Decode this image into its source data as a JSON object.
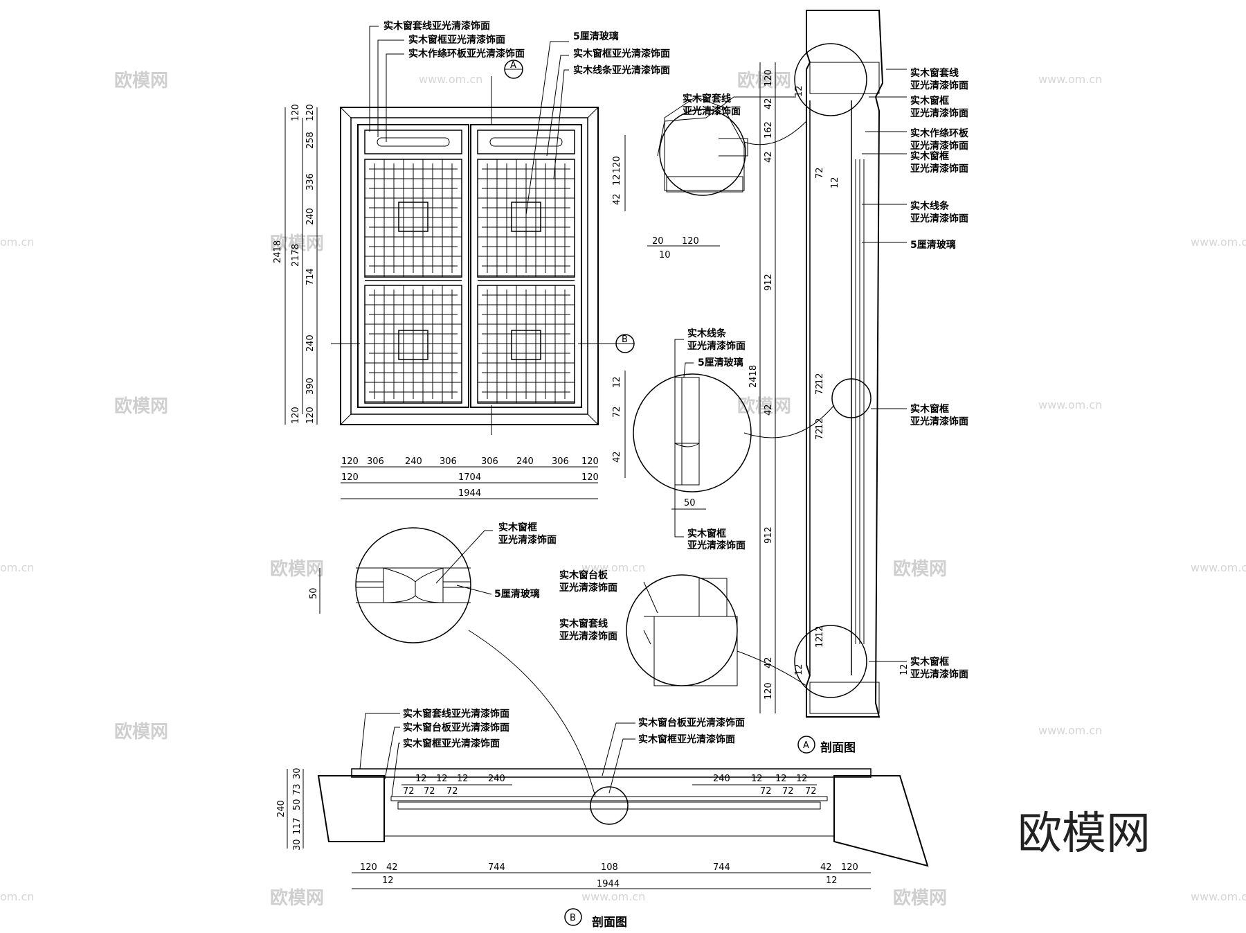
{
  "labels": {
    "casing_matte": "实木窗套线亚光清漆饰面",
    "frame_matte": "实木窗框亚光清漆饰面",
    "ring_board_matte": "实木作绦环板亚光清漆饰面",
    "glass_5mm": "5厘清玻璃",
    "frame_matte_b": "实木窗框亚光清漆饰面",
    "line_matte": "实木线条亚光清漆饰面",
    "sill_matte": "实木窗台板亚光清漆饰面",
    "casing_short": "实木窗套线",
    "frame_short": "实木窗框",
    "ring_short": "实木作绦环板",
    "line_short": "实木线条",
    "sill_short": "实木窗台板",
    "matte_finish": "亚光清漆饰面"
  },
  "section_a": {
    "marker": "A",
    "title": "剖面图"
  },
  "section_b": {
    "marker": "B",
    "title": "剖面图"
  },
  "elevation": {
    "left_dims": [
      "120",
      "258",
      "336",
      "240",
      "714",
      "240",
      "390",
      "120"
    ],
    "left_total_inner": "2178",
    "left_total": "2418",
    "bottom_row1": [
      "120",
      "306",
      "240",
      "306",
      "306",
      "240",
      "306",
      "120"
    ],
    "bottom_row2": [
      "120",
      "1704",
      "120"
    ],
    "bottom_total": "1944",
    "right_dims": [
      "120"
    ]
  },
  "detail_top": {
    "dims_v": [
      "120",
      "42",
      "12"
    ],
    "dims_h": [
      "20",
      "120",
      "10"
    ]
  },
  "detail_mid": {
    "dims_v": [
      "12",
      "72",
      "42"
    ],
    "dim_h": "50"
  },
  "detail_left": {
    "dim_v": "50"
  },
  "section_a_dims": {
    "outer": [
      "120",
      "42",
      "162",
      "42",
      "912",
      "42",
      "912",
      "42",
      "120"
    ],
    "total": "2418",
    "inner": [
      "12",
      "72",
      "12",
      "72",
      "12",
      "12",
      "72",
      "12",
      "12",
      "12",
      "12"
    ]
  },
  "section_b_dims": {
    "left_v": [
      "30",
      "73",
      "50",
      "117",
      "30"
    ],
    "left_total": "240",
    "top_left": [
      "12",
      "12",
      "12",
      "240"
    ],
    "top_left2": [
      "72",
      "72",
      "72"
    ],
    "top_right": [
      "240",
      "12",
      "12",
      "12"
    ],
    "top_right2": [
      "72",
      "72",
      "72"
    ],
    "bottom": [
      "120",
      "42",
      "744",
      "108",
      "744",
      "42",
      "120"
    ],
    "bottom_small": [
      "12",
      "12"
    ],
    "total": "1944"
  },
  "watermark": {
    "brand": "欧模网",
    "url": "www.om.cn",
    "short": "om.cn"
  }
}
